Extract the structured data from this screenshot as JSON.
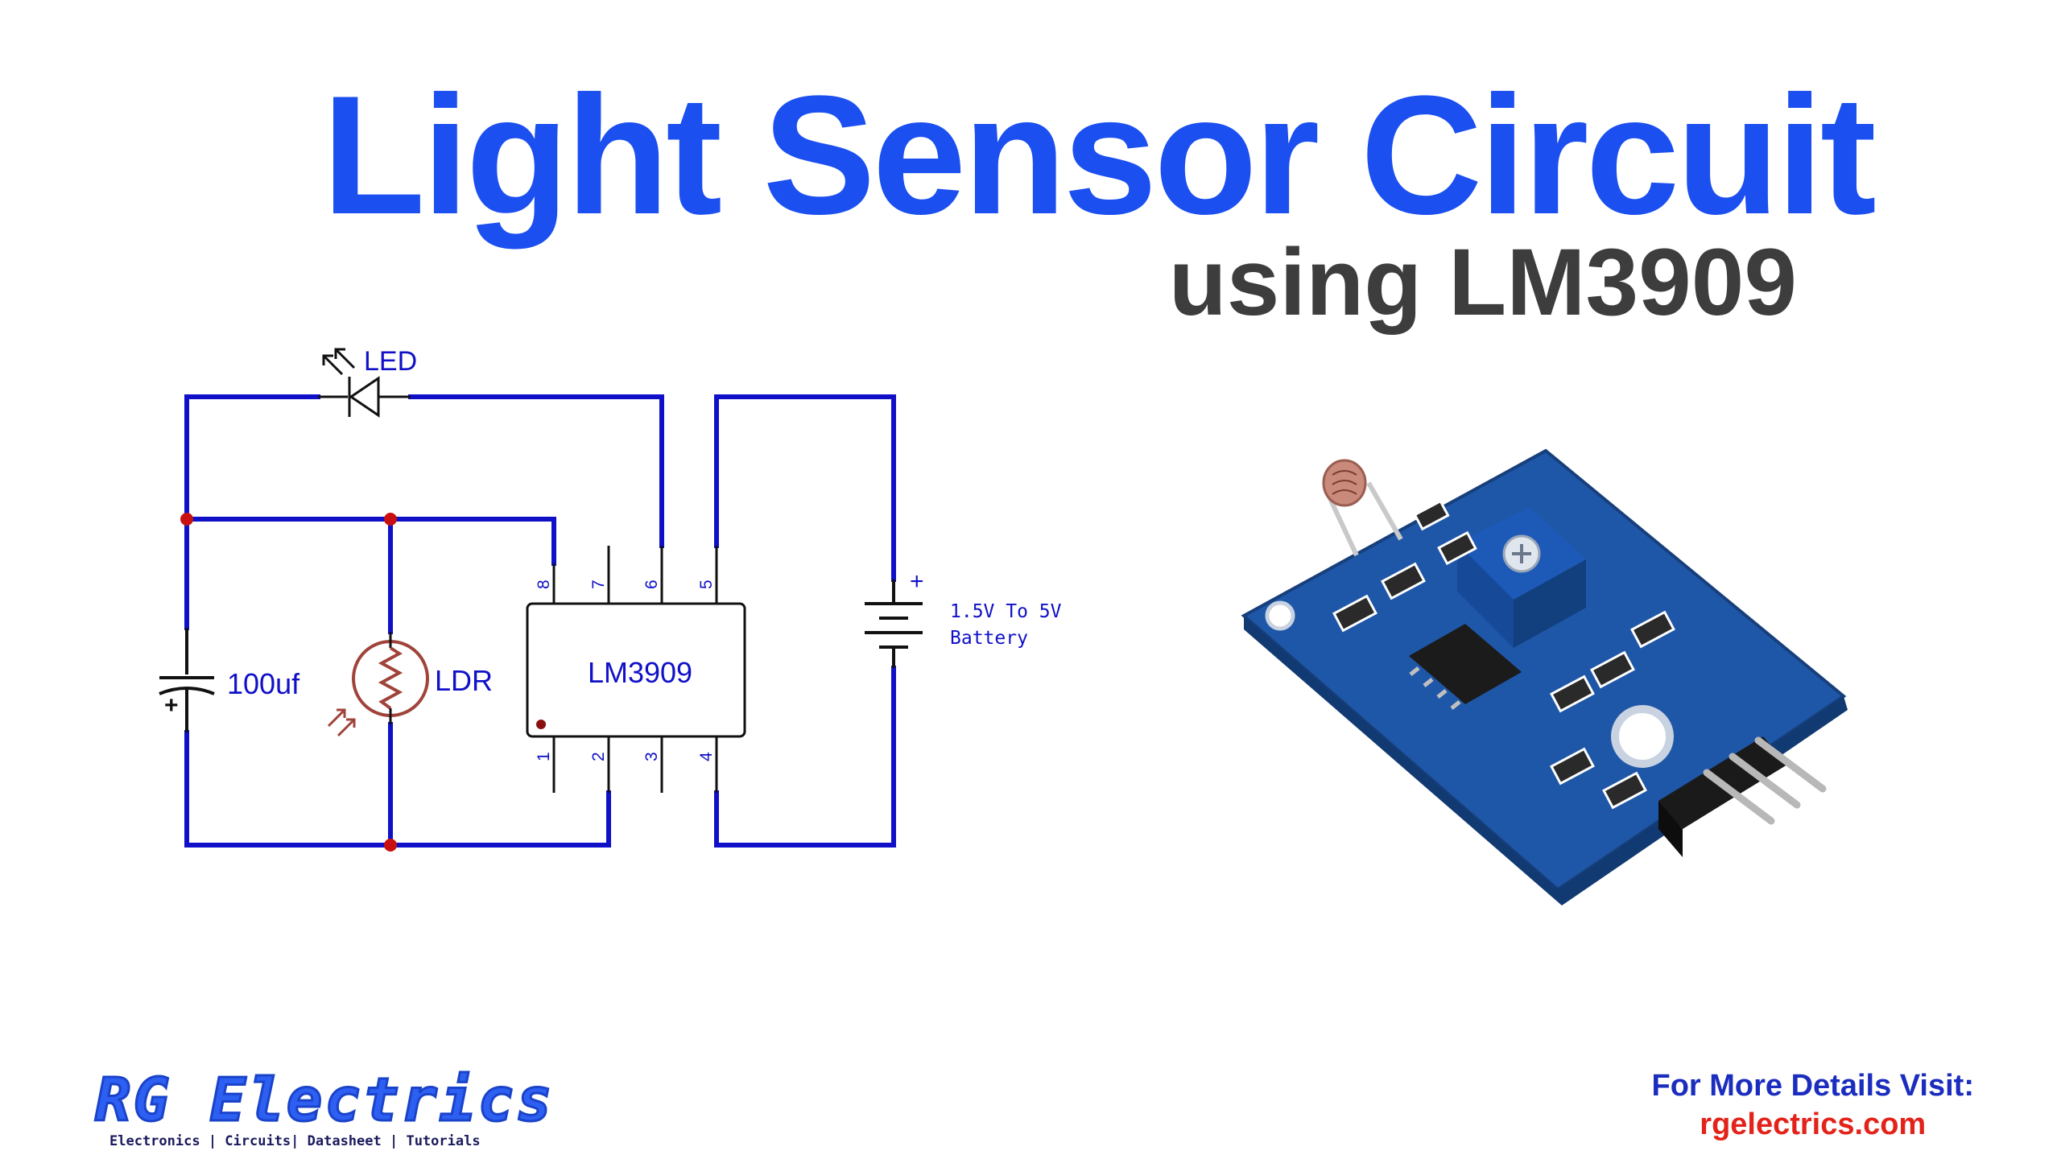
{
  "title": "Light Sensor Circuit",
  "subtitle": "using LM3909",
  "colors": {
    "title": "#1b4ff0",
    "subtitle": "#3d3d3d",
    "wire": "#1010c8",
    "junction": "#c81010",
    "ldr": "#a0433a",
    "pcb": "#1f57a8",
    "url": "#e3231a",
    "visit_label": "#1b2dbf"
  },
  "schematic": {
    "led_label": "LED",
    "capacitor_label": "100uf",
    "ldr_label": "LDR",
    "ic_label": "LM3909",
    "battery_label_line1": "1.5V To 5V",
    "battery_label_line2": "Battery",
    "battery_plus": "+",
    "cap_plus": "+",
    "pins": {
      "p1": "1",
      "p2": "2",
      "p3": "3",
      "p4": "4",
      "p5": "5",
      "p6": "6",
      "p7": "7",
      "p8": "8"
    }
  },
  "module": {
    "plus_mark": "+"
  },
  "logo": {
    "name": "RG Electrics",
    "tagline": "Electronics | Circuits| Datasheet | Tutorials"
  },
  "footer": {
    "visit_label": "For More Details Visit:",
    "url": "rgelectrics.com"
  }
}
